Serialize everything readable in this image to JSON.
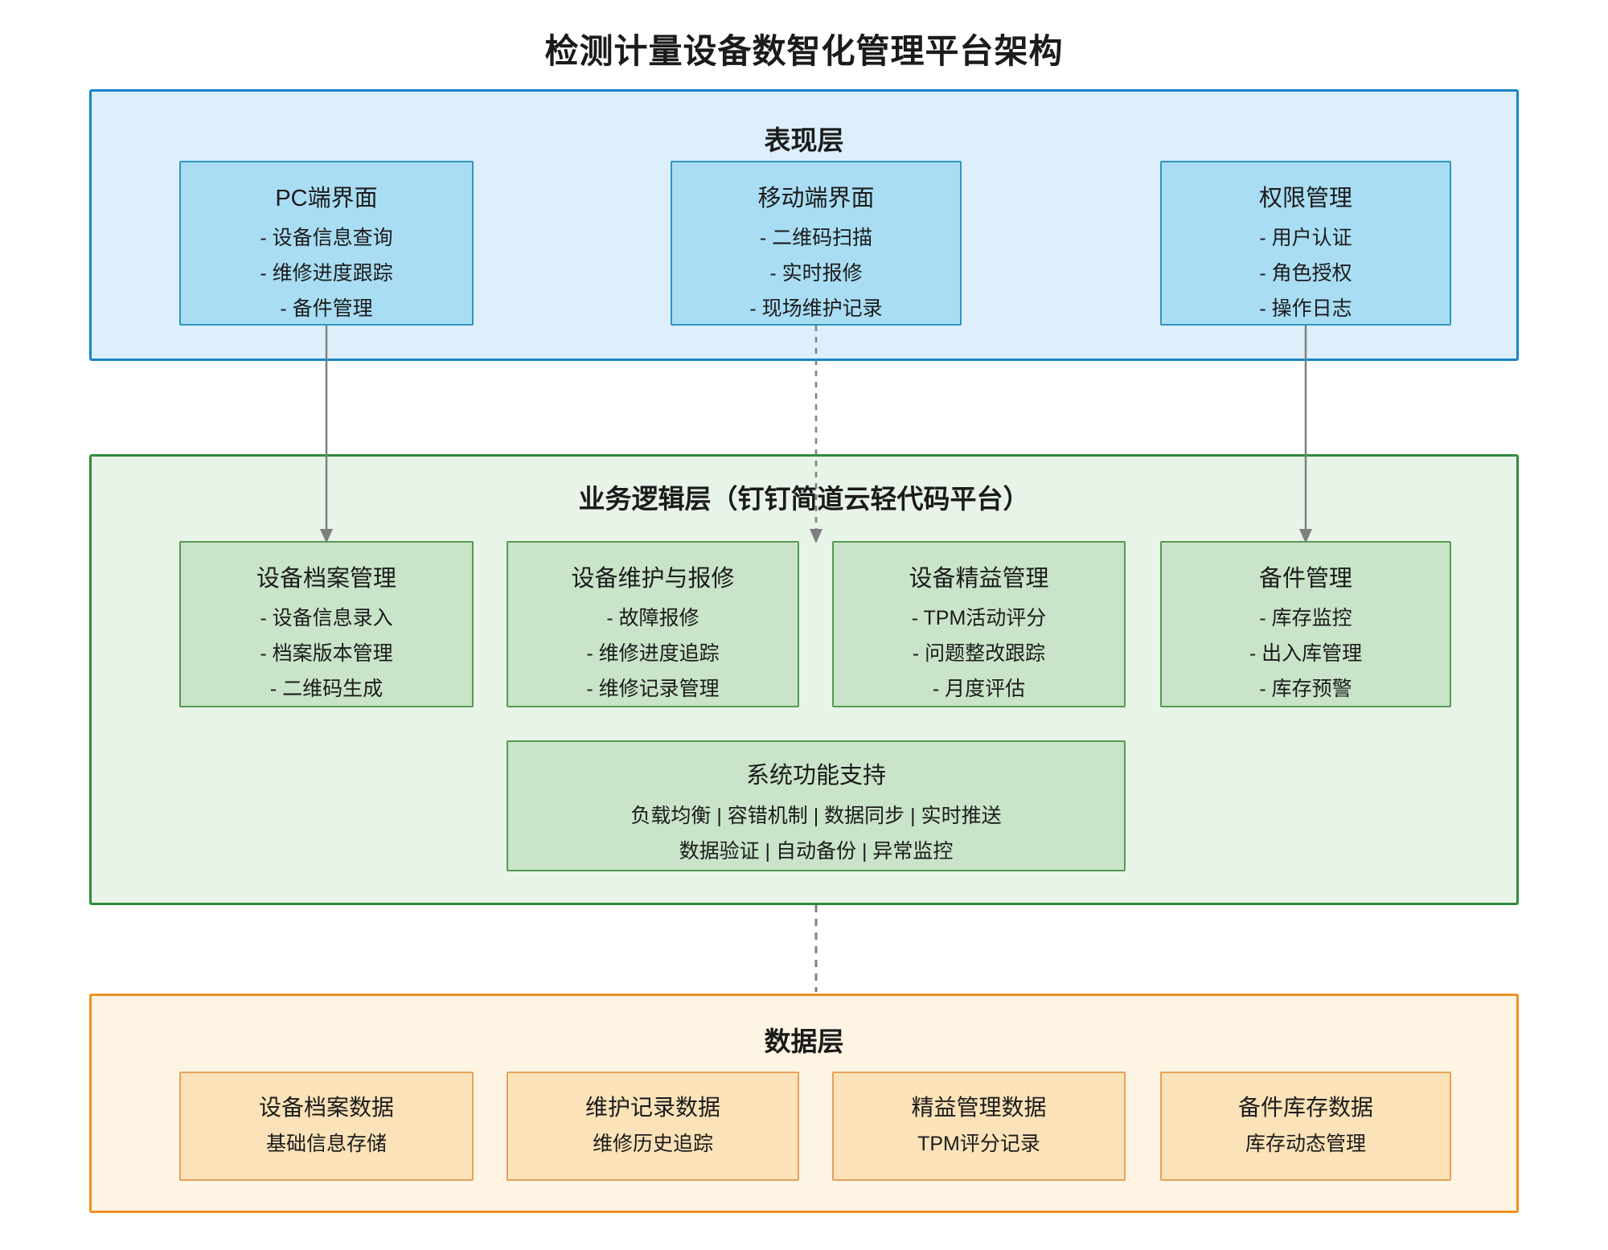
{
  "title": "检测计量设备数智化管理平台架构",
  "colors": {
    "presentation_border": "#1486c8",
    "presentation_bg": "#ddeffa",
    "presentation_node_bg": "#a9ddf3",
    "presentation_node_border": "#2f95c0",
    "business_border": "#2f8c3c",
    "business_bg": "#e9f4e9",
    "business_node_bg": "#c9e4c9",
    "business_node_border": "#559a52",
    "data_border": "#ef9021",
    "data_bg": "#fdf4e4",
    "data_node_bg": "#fbe2b8",
    "data_node_border": "#e8a158",
    "arrow": "#7f7f7f",
    "text": "#1b1b1b"
  },
  "presentation": {
    "label": "表现层",
    "boxes": [
      {
        "title": "PC端界面",
        "items": [
          "- 设备信息查询",
          "- 维修进度跟踪",
          "- 备件管理"
        ]
      },
      {
        "title": "移动端界面",
        "items": [
          "- 二维码扫描",
          "- 实时报修",
          "- 现场维护记录"
        ]
      },
      {
        "title": "权限管理",
        "items": [
          "- 用户认证",
          "- 角色授权",
          "- 操作日志"
        ]
      }
    ]
  },
  "business": {
    "label": "业务逻辑层（钉钉简道云轻代码平台）",
    "boxes": [
      {
        "title": "设备档案管理",
        "items": [
          "- 设备信息录入",
          "- 档案版本管理",
          "- 二维码生成"
        ]
      },
      {
        "title": "设备维护与报修",
        "items": [
          "- 故障报修",
          "- 维修进度追踪",
          "- 维修记录管理"
        ]
      },
      {
        "title": "设备精益管理",
        "items": [
          "- TPM活动评分",
          "- 问题整改跟踪",
          "- 月度评估"
        ]
      },
      {
        "title": "备件管理",
        "items": [
          "- 库存监控",
          "- 出入库管理",
          "- 库存预警"
        ]
      }
    ],
    "support": {
      "title": "系统功能支持",
      "lines": [
        "负载均衡 | 容错机制 | 数据同步 | 实时推送",
        "数据验证 | 自动备份 | 异常监控"
      ]
    }
  },
  "data_layer": {
    "label": "数据层",
    "boxes": [
      {
        "title": "设备档案数据",
        "subtitle": "基础信息存储"
      },
      {
        "title": "维护记录数据",
        "subtitle": "维修历史追踪"
      },
      {
        "title": "精益管理数据",
        "subtitle": "TPM评分记录"
      },
      {
        "title": "备件库存数据",
        "subtitle": "库存动态管理"
      }
    ]
  }
}
